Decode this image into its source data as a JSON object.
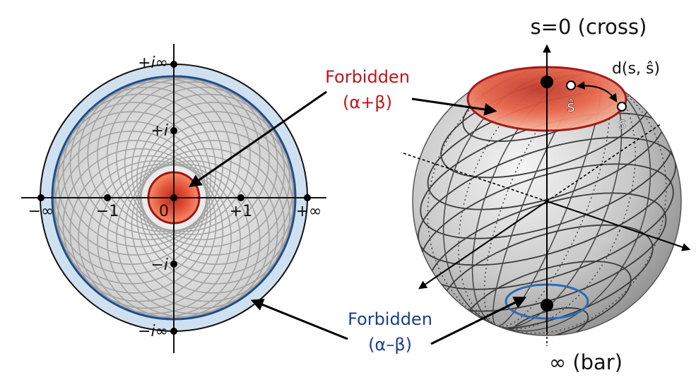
{
  "disk": {
    "labels": {
      "plus_i_inf": "+i∞",
      "plus_i": "+i",
      "minus_inf": "−∞",
      "minus_one": "−1",
      "zero": "0",
      "plus_one": "+1",
      "plus_inf": "+∞",
      "minus_i": "−i",
      "minus_i_inf": "−i∞"
    }
  },
  "sphere": {
    "top_label": "s=0 (cross)",
    "bottom_label": "∞ (bar)",
    "distance_label": "d(s, ŝ)",
    "s_hat_label": "ŝ",
    "s_label": "s"
  },
  "annotations": {
    "forbidden_sum": {
      "title": "Forbidden",
      "subtitle": "(α+β)"
    },
    "forbidden_diff": {
      "title": "Forbidden",
      "subtitle": "(α–β)"
    }
  },
  "colors": {
    "forbidden_red": "#c0141b",
    "forbidden_blue": "#1f3d8f",
    "boundary_band": "#cfe1f1",
    "disk_gray": "#d4d4d4"
  }
}
